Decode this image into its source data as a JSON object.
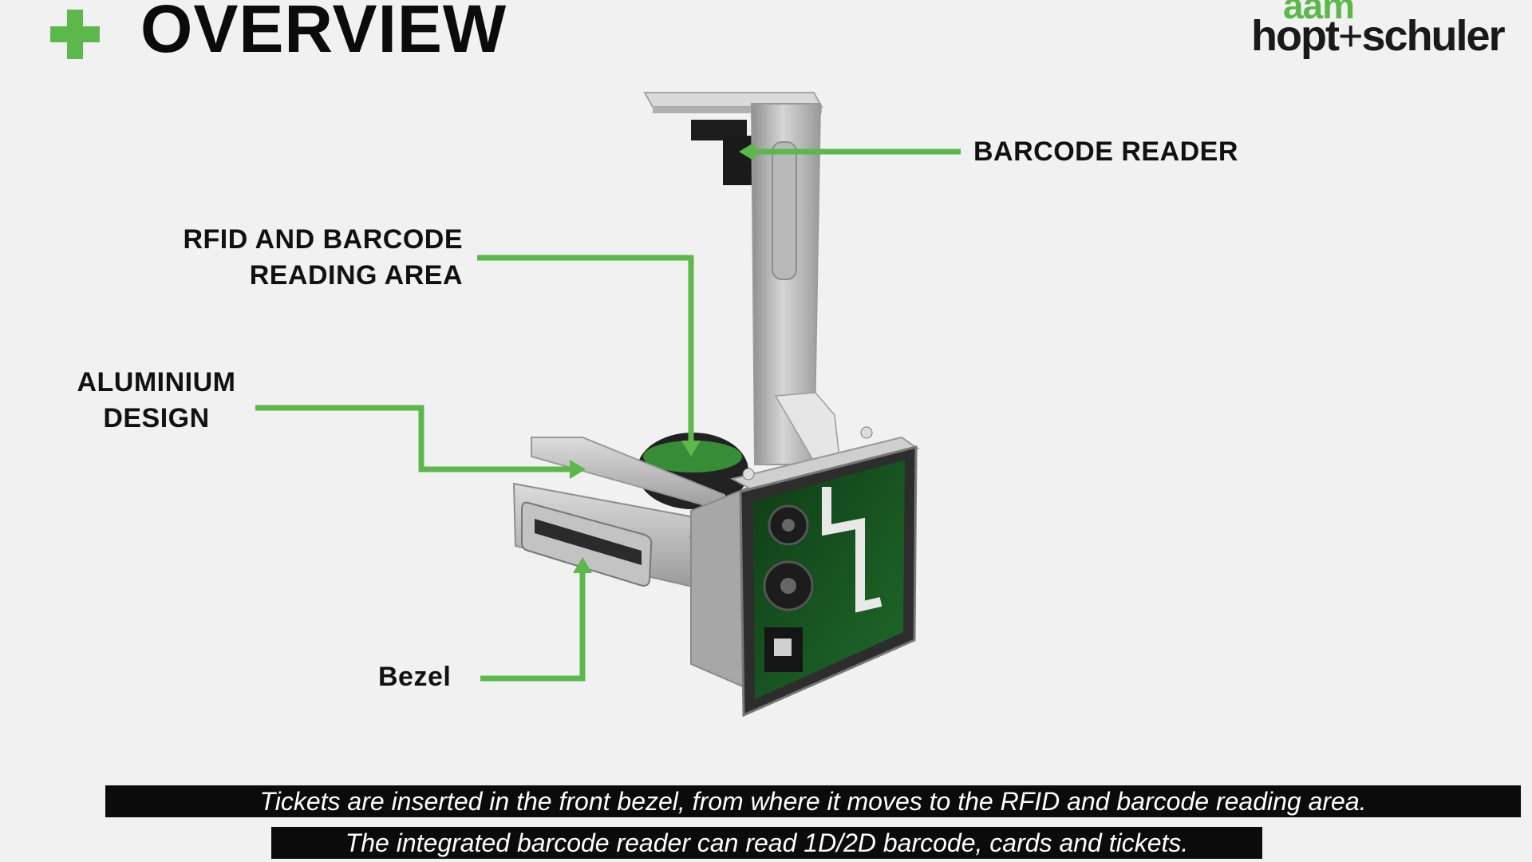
{
  "header": {
    "title": "OVERVIEW"
  },
  "logo": {
    "top": "aam",
    "left": "hopt",
    "plus": "+",
    "right": "schuler"
  },
  "labels": {
    "barcode_reader": [
      "BARCODE READER"
    ],
    "reading_area": [
      "RFID AND BARCODE",
      "READING AREA"
    ],
    "aluminium": [
      "ALUMINIUM",
      "DESIGN"
    ],
    "bezel": [
      "Bezel"
    ]
  },
  "captions": [
    "Tickets are inserted in the front bezel, from where it moves to the RFID and barcode reading area.",
    "The integrated barcode reader can read 1D/2D barcode, cards and tickets."
  ],
  "colors": {
    "accent": "#5cb84a",
    "text": "#111111",
    "caption_bg": "#0b0b0b"
  }
}
